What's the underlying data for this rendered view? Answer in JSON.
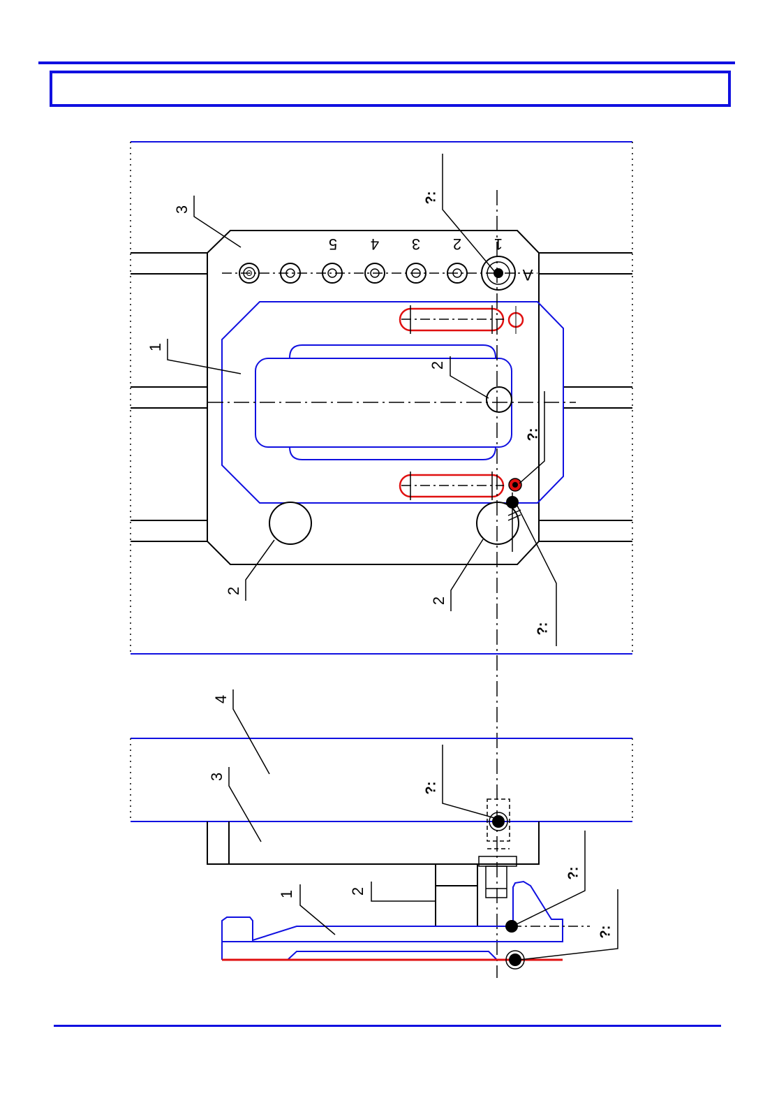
{
  "header": {
    "title": ""
  },
  "colors": {
    "frame": "#1010e0",
    "outline": "#000000",
    "highlight": "#e01010",
    "marker": "#000000"
  },
  "plan_view": {
    "hole_numbers": [
      "1",
      "2",
      "3",
      "4",
      "5"
    ],
    "datum_label": "A",
    "callouts": {
      "part_1": "1",
      "part_2": "2",
      "part_3": "3",
      "query": "?:"
    }
  },
  "section_view": {
    "callouts": {
      "part_1": "1",
      "part_2": "2",
      "part_3": "3",
      "part_4": "4",
      "query": "?:"
    }
  }
}
